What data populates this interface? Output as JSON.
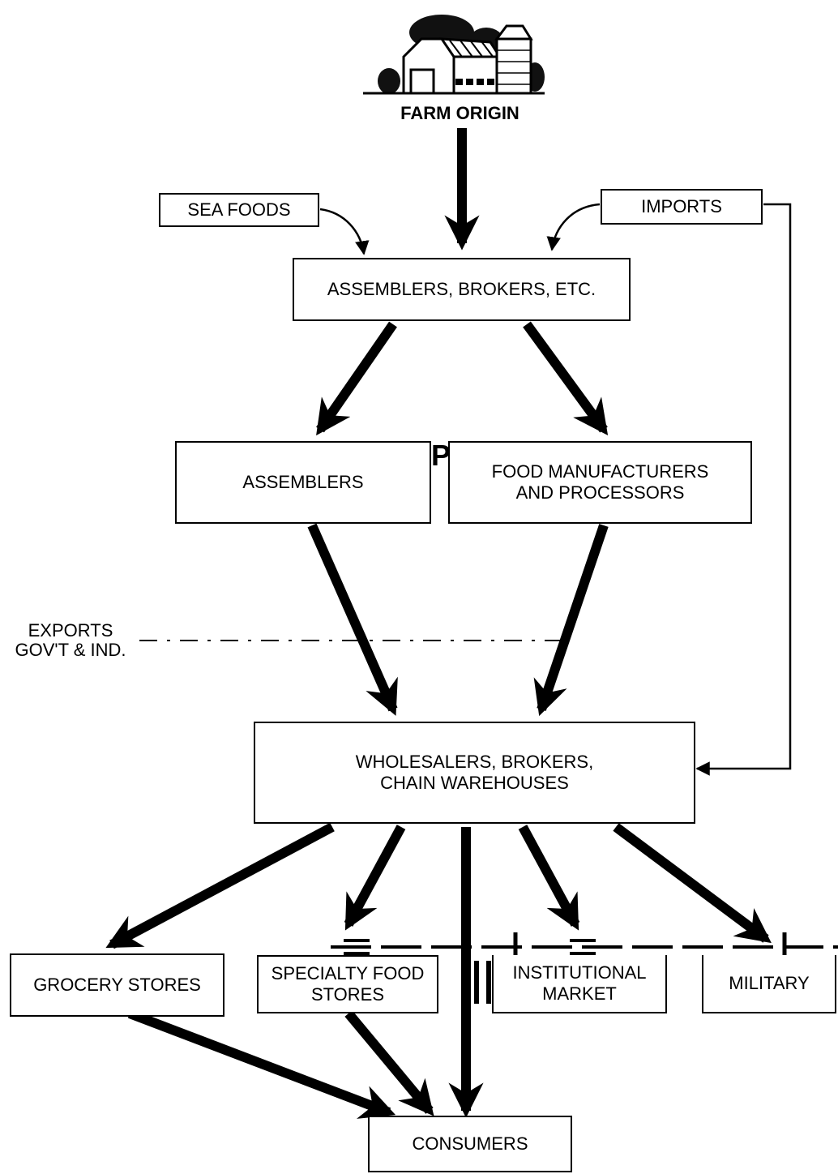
{
  "farm_origin": {
    "label": "FARM ORIGIN",
    "icon": "barn-silo-icon"
  },
  "sea_foods": "SEA FOODS",
  "imports": "IMPORTS",
  "assemblers_brokers": "ASSEMBLERS, BROKERS, ETC.",
  "assemblers": "ASSEMBLERS",
  "p_mark": "P",
  "food_manufacturers": {
    "line1": "FOOD MANUFACTURERS",
    "line2": "AND PROCESSORS"
  },
  "exports": {
    "line1": "EXPORTS",
    "line2": "GOV'T & IND."
  },
  "wholesalers": {
    "line1": "WHOLESALERS, BROKERS,",
    "line2": "CHAIN WAREHOUSES"
  },
  "grocery_stores": "GROCERY STORES",
  "specialty_stores": {
    "line1": "SPECIALTY FOOD",
    "line2": "STORES"
  },
  "institutional_market": {
    "line1": "INSTITUTIONAL",
    "line2": "MARKET"
  },
  "military": "MILITARY",
  "consumers": "CONSUMERS"
}
